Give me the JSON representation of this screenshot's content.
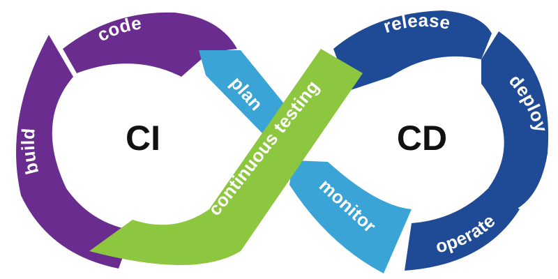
{
  "diagram": {
    "loops": {
      "ci": {
        "label": "CI"
      },
      "cd": {
        "label": "CD"
      }
    },
    "segments": {
      "code": "code",
      "build": "build",
      "plan": "plan",
      "continuous_testing": "continuous testing",
      "release": "release",
      "deploy": "deploy",
      "operate": "operate",
      "monitor": "monitor"
    },
    "colors": {
      "ci_purple": "#6a2d8f",
      "cd_navy": "#1f4b96",
      "plan_monitor_blue": "#3aa4d6",
      "testing_green": "#8dc63f",
      "background": "#ffffff",
      "core_text": "#111111"
    }
  }
}
